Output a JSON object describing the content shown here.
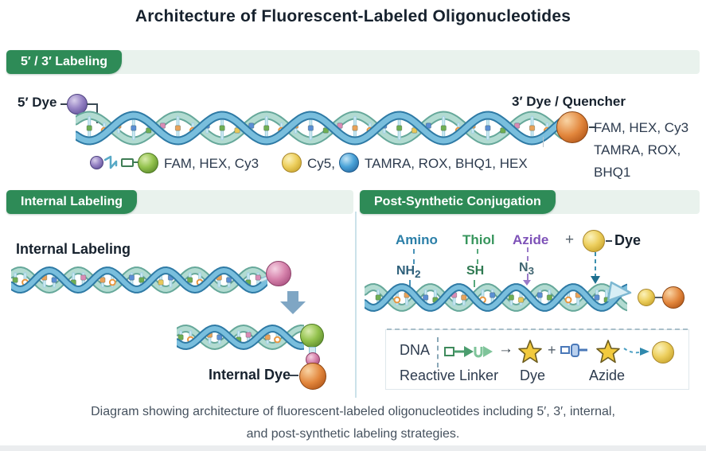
{
  "title": "Architecture of Fluorescent-Labeled Oligonucleotides",
  "sections": {
    "five_three": {
      "header": "5′ / 3′ Labeling",
      "five_dye_label": "5′ Dye",
      "three_dye_label": "3′ Dye / Quencher",
      "three_dye_lines": {
        "l1": "FAM, HEX, Cy3",
        "l2": "TAMRA, ROX,",
        "l3": "BHQ1"
      },
      "legend": {
        "item1": "FAM, HEX, Cy3",
        "item2": "Cy5,",
        "item3": "TAMRA, ROX, BHQ1, HEX"
      }
    },
    "internal": {
      "header": "Internal Labeling",
      "subtitle": "Internal Labeling",
      "dye_label": "Internal Dye"
    },
    "post": {
      "header": "Post-Synthetic Conjugation",
      "amino": {
        "name": "Amino",
        "f_main": "NH",
        "f_sub": "2"
      },
      "thiol": {
        "name": "Thiol",
        "f_main": "SH",
        "f_sub": ""
      },
      "azide": {
        "name": "Azide",
        "f_main": "N",
        "f_sub": "3"
      },
      "plus": "+",
      "dye_label": "Dye",
      "box": {
        "dna": "DNA",
        "arrow": "→",
        "plus": "+",
        "linker_label": "Reactive Linker",
        "dye_label": "Dye",
        "azide_label": "Azide"
      }
    }
  },
  "caption": {
    "line1": "Diagram showing architecture of fluorescent-labeled oligonucleotides including 5′, 3′, internal,",
    "line2": "and post-synthetic labeling strategies."
  },
  "colors": {
    "header_green": "#2e8b57",
    "strip_mint": "#e9f2ed",
    "amino": "#2b7fa8",
    "thiol": "#36955c",
    "azide": "#7e52b8"
  }
}
